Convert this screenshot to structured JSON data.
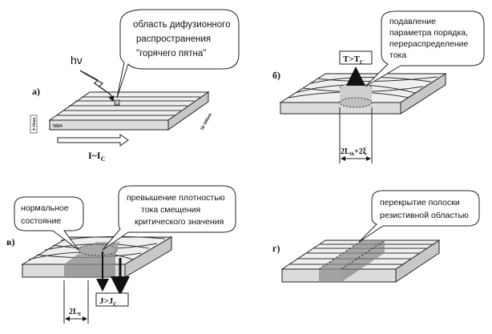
{
  "panel_a": {
    "label": "а)",
    "bubble": [
      "область дифузионного",
      "распространения",
      "\"горячего пятна\""
    ],
    "photon": "hν",
    "thickness": "4-10nm",
    "width": "50-100nm",
    "material": "NbN",
    "current": "I~I",
    "current_sub": "C"
  },
  "panel_b": {
    "label": "б)",
    "bubble": [
      "подавление",
      "параметра порядка,",
      "перераспределение",
      "тока"
    ],
    "temp": "T>T",
    "temp_sub": "C",
    "dim": "2L",
    "dim_sub": "th",
    "dim_tail": "+2ξ"
  },
  "panel_v": {
    "label": "в)",
    "bubble_left": [
      "нормальное",
      "состояние"
    ],
    "bubble_right": [
      "превышение плотностью",
      "тока смещения",
      "критического значения"
    ],
    "current": "J>J",
    "current_sub": "C",
    "dim": "2L",
    "dim_sub": "E"
  },
  "panel_g": {
    "label": "г)",
    "bubble": [
      "перекрытие полоски",
      "резистивной областью"
    ]
  },
  "colors": {
    "fill": "#e4e4e4",
    "shade": "#8a8a8a",
    "ink": "#111111"
  }
}
